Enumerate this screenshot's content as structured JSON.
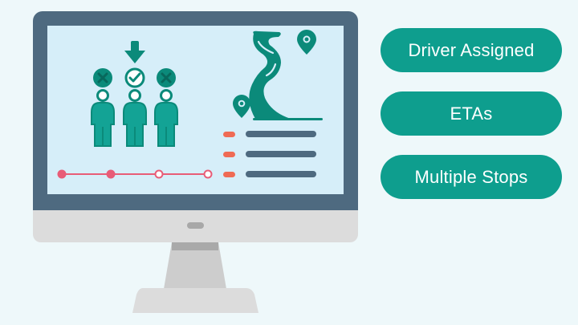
{
  "illustration": {
    "monitor": {
      "bezel_color": "#4e6a80",
      "screen_color": "#d6eef9",
      "chin_color": "#dcdcdc",
      "stand_color": "#cfcfcf"
    },
    "screen_content": {
      "people": [
        {
          "status": "rejected",
          "icon": "x-circle-icon"
        },
        {
          "status": "selected",
          "icon": "check-circle-icon",
          "marker": "arrow-down-icon"
        },
        {
          "status": "rejected",
          "icon": "x-circle-icon"
        }
      ],
      "progress_steps": [
        {
          "state": "complete"
        },
        {
          "state": "complete"
        },
        {
          "state": "pending"
        },
        {
          "state": "pending"
        }
      ],
      "list_rows": 3,
      "accent_color": "#0b8a7a",
      "progress_color": "#e85c77",
      "bullet_color": "#ef6b55",
      "line_color": "#4e6a80"
    }
  },
  "features": [
    {
      "label": "Driver Assigned"
    },
    {
      "label": "ETAs"
    },
    {
      "label": "Multiple Stops"
    }
  ],
  "colors": {
    "background": "#eef8fa",
    "pill": "#0e9e8e",
    "pill_text": "#ffffff"
  }
}
